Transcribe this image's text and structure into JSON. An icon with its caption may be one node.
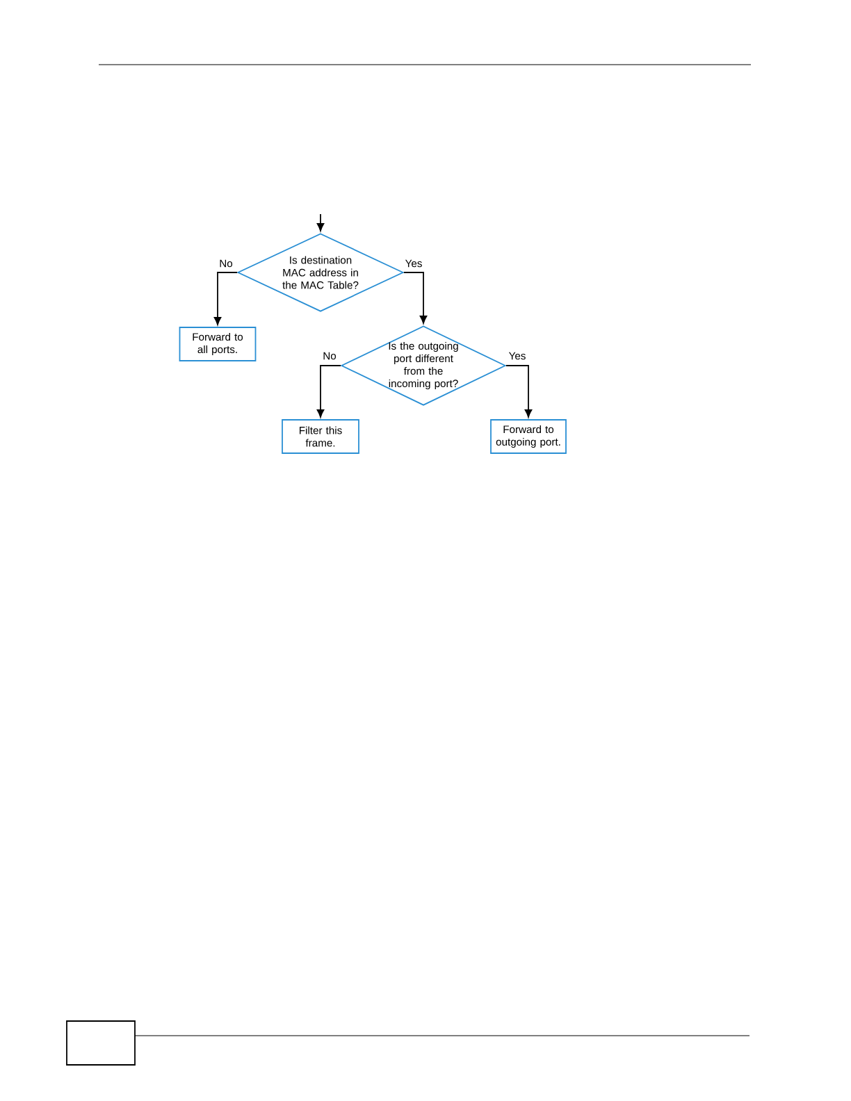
{
  "diagram": {
    "nodes": [
      {
        "text": [
          "Is destination MAC address in the MAC Table?"
        ]
      },
      {
        "text": [
          "Forward to all ports."
        ]
      },
      {
        "text": [
          "Is the outgoing port different from the incoming port?"
        ]
      },
      {
        "text": [
          "Filter this frame."
        ]
      },
      {
        "text": [
          "Forward to outgoing port."
        ]
      }
    ],
    "edges": [
      {
        "from": null,
        "to": 0,
        "arrow": "to"
      },
      {
        "from": 0,
        "to": 1,
        "arrow": "to",
        "label": "No"
      },
      {
        "from": 0,
        "to": 2,
        "arrow": "to",
        "label": "Yes"
      },
      {
        "from": 2,
        "to": 3,
        "arrow": "to",
        "label": "No"
      },
      {
        "from": 2,
        "to": 4,
        "arrow": "to",
        "label": "Yes"
      }
    ]
  }
}
